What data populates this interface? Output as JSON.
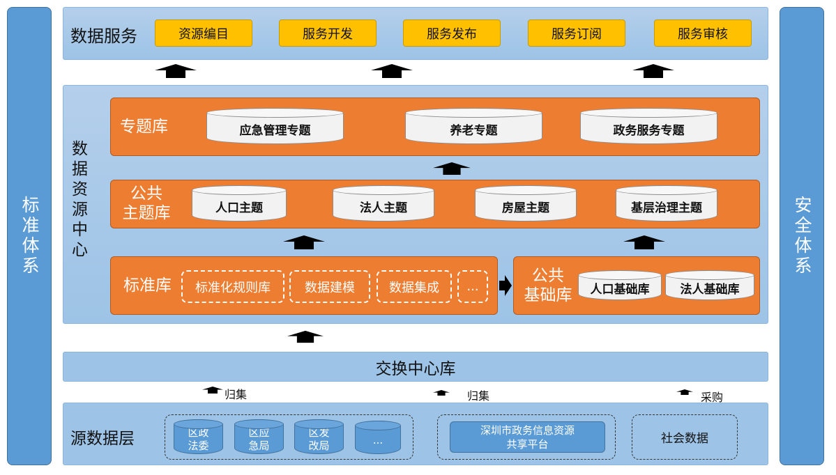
{
  "left_bar": "标准体系",
  "right_bar": "安全体系",
  "data_service": {
    "title": "数据服务",
    "buttons": [
      "资源编目",
      "服务开发",
      "服务发布",
      "服务订阅",
      "服务审核"
    ]
  },
  "resource_center": {
    "title": "数据资源中心",
    "topic_db": {
      "title": "专题库",
      "items": [
        "应急管理专题",
        "养老专题",
        "政务服务专题"
      ]
    },
    "public_theme_db": {
      "title_line1": "公共",
      "title_line2": "主题库",
      "items": [
        "人口主题",
        "法人主题",
        "房屋主题",
        "基层治理主题"
      ]
    },
    "standard_db": {
      "title": "标准库",
      "items": [
        "标准化规则库",
        "数据建模",
        "数据集成",
        "..."
      ]
    },
    "public_base_db": {
      "title_line1": "公共",
      "title_line2": "基础库",
      "items": [
        "人口基础库",
        "法人基础库"
      ]
    }
  },
  "exchange": {
    "title": "交换中心库"
  },
  "flows": [
    "归集",
    "归集",
    "采购"
  ],
  "source_layer": {
    "title": "源数据层",
    "district_dbs": [
      [
        "区政",
        "法委"
      ],
      [
        "区应",
        "急局"
      ],
      [
        "区发",
        "改局"
      ],
      [
        "..."
      ]
    ],
    "platform": [
      "深圳市政务信息资源",
      "共享平台"
    ],
    "social": "社会数据"
  },
  "colors": {
    "side": "#5b9bd5",
    "panel": "#9dc3e6",
    "orange": "#ed7d31",
    "yellow": "#ffc000"
  }
}
